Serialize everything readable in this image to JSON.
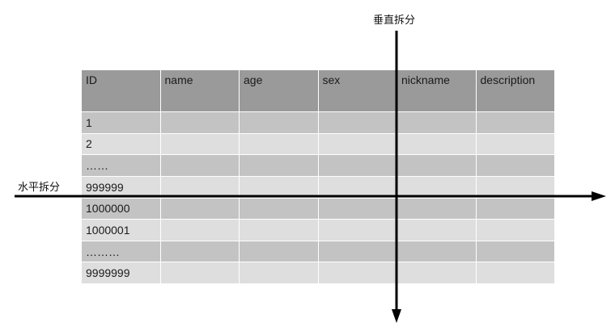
{
  "labels": {
    "vertical_split": "垂直拆分",
    "horizontal_split": "水平拆分"
  },
  "table": {
    "columns": [
      "ID",
      "name",
      "age",
      "sex",
      "nickname",
      "description"
    ],
    "rows": [
      [
        "1",
        "",
        "",
        "",
        "",
        ""
      ],
      [
        "2",
        "",
        "",
        "",
        "",
        ""
      ],
      [
        "……",
        "",
        "",
        "",
        "",
        ""
      ],
      [
        "999999",
        "",
        "",
        "",
        "",
        ""
      ],
      [
        "1000000",
        "",
        "",
        "",
        "",
        ""
      ],
      [
        "1000001",
        "",
        "",
        "",
        "",
        ""
      ],
      [
        "………",
        "",
        "",
        "",
        "",
        ""
      ],
      [
        "9999999",
        "",
        "",
        "",
        "",
        ""
      ]
    ]
  },
  "colors": {
    "header_bg": "#9a9a9a",
    "row_dark": "#c3c3c3",
    "row_light": "#dedede",
    "arrow": "#000000"
  }
}
